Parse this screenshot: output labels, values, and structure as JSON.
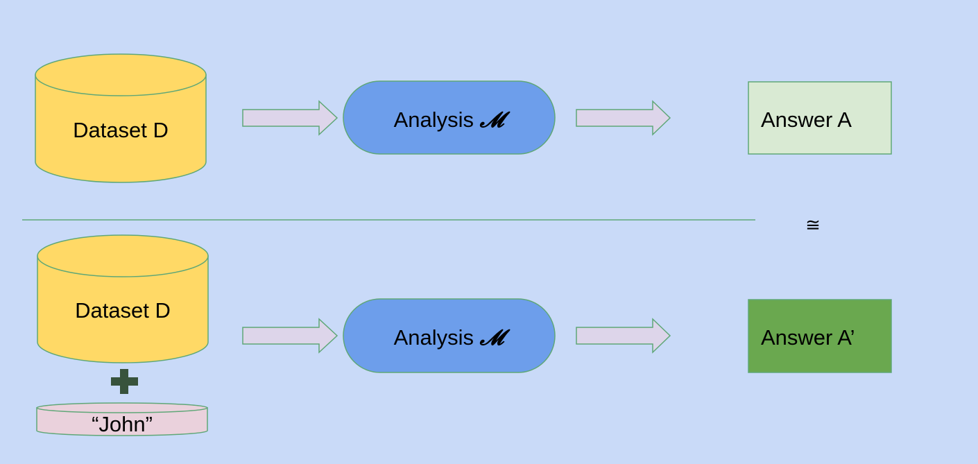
{
  "colors": {
    "background": "#c9daf8",
    "dataset_fill": "#ffd966",
    "stroke": "#5fa777",
    "arrow_fill": "#ddd5ea",
    "analysis_fill": "#6d9eeb",
    "answer_a_fill": "#d9ead3",
    "answer_a_prime_fill": "#6aa84f",
    "john_fill": "#ead1dc",
    "plus_fill": "#38533c"
  },
  "icons": {
    "plus": "plus-icon",
    "approx": "approximately-equal-symbol"
  },
  "top_row": {
    "dataset_label": "Dataset D",
    "analysis_label": "Analysis ",
    "analysis_symbol": "𝓜",
    "answer_label": "Answer A"
  },
  "bottom_row": {
    "dataset_label": "Dataset D",
    "analysis_label": "Analysis ",
    "analysis_symbol": "𝓜",
    "answer_label": "Answer A’",
    "extra_record_label": "“John”"
  },
  "equivalence_symbol": "≅"
}
